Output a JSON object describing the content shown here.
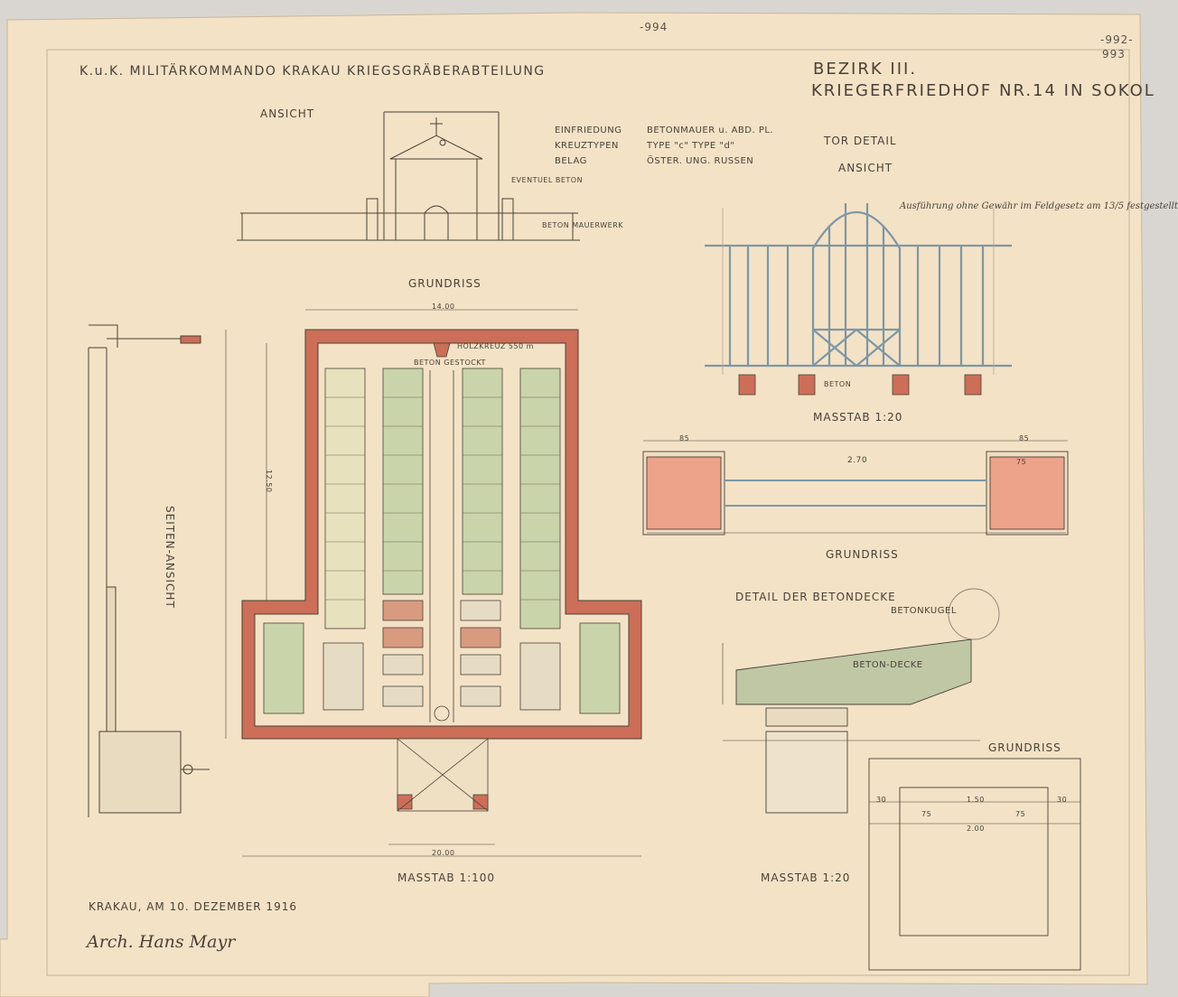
{
  "header": {
    "office": "K.u.K. MILITÄRKOMMANDO KRAKAU   KRIEGSGRÄBERABTEILUNG",
    "district": "BEZIRK III.",
    "cemetery": "KRIEGERFRIEDHOF NR.14 IN SOKOL",
    "archive_top": "-994",
    "archive_right_1": "-992-",
    "archive_right_2": "993"
  },
  "specs": {
    "row1_label": "EINFRIEDUNG",
    "row1_value": "BETONMAUER u. ABD. PL.",
    "row2_label": "KREUZTYPEN",
    "row2_value": "TYPE \"c\"  TYPE \"d\"",
    "row3_label": "BELAG",
    "row3_value": "ÖSTER. UNG. RUSSEN"
  },
  "views": {
    "ansicht": "ANSICHT",
    "grundriss_main": "GRUNDRISS",
    "seiten_ansicht": "SEITEN-ANSICHT",
    "masstab_main": "MASSTAB 1:100",
    "tor_detail": "TOR DETAIL",
    "tor_ansicht": "ANSICHT",
    "masstab_tor": "MASSTAB 1:20",
    "grundriss_tor": "GRUNDRISS",
    "detail_betondecke": "DETAIL DER BETONDECKE",
    "betonkugel": "BETONKUGEL",
    "beton_decke": "BETON-DECKE",
    "grundriss_decke": "GRUNDRISS",
    "masstab_decke": "MASSTAB 1:20"
  },
  "notes": {
    "eventuell_beton": "EVENTUEL BETON",
    "beton_mauerwerk": "BETON MAUERWERK",
    "holzkreuz": "HOLZKREUZ 550 m",
    "beton_gestockt": "BETON GESTOCKT",
    "tor_beton": "BETON",
    "handwritten_note": "Ausführung ohne Gewähr im Feldgesetz am 13/5 festgestellt"
  },
  "dimensions": {
    "main_width": "14.00",
    "main_total": "20.00",
    "main_height_inner": "12.50",
    "tor_center": "2.70",
    "tor_side_l": "85",
    "tor_side_r": "85",
    "tor_pillar": "75",
    "decke_total": "2.00",
    "decke_inner": "1.50",
    "decke_side_l": "30",
    "decke_side_r": "30",
    "decke_half_l": "75",
    "decke_half_r": "75"
  },
  "footer": {
    "place_date": "KRAKAU, AM 10. DEZEMBER 1916",
    "signature": "Arch. Hans Mayr"
  },
  "colors": {
    "paper": "#f3e2c6",
    "ink": "#4a4137",
    "wall_red": "#cc6e58",
    "grave_green": "#cad4ab",
    "grave_red": "#d89b80",
    "gate_blue": "#7d97a5"
  }
}
